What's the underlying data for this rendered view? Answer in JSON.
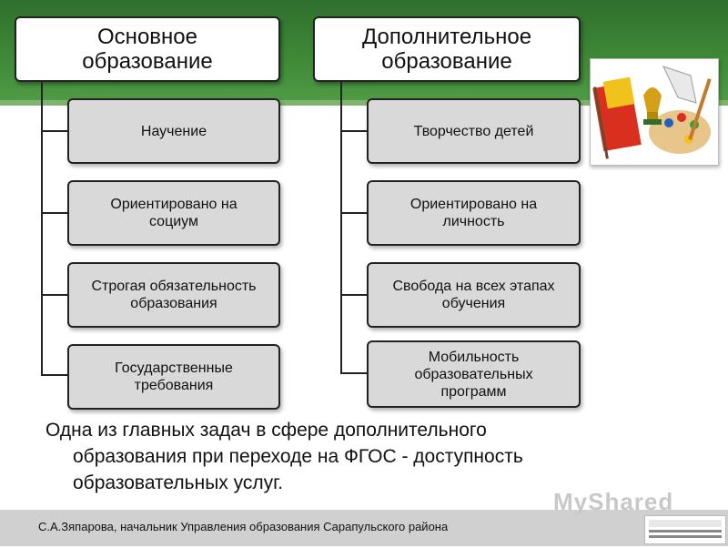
{
  "left_column": {
    "header": [
      "Основное",
      "образование"
    ],
    "items": [
      [
        "Научение"
      ],
      [
        "Ориентировано на",
        "социум"
      ],
      [
        "Строгая обязательность",
        "образования"
      ],
      [
        "Государственные",
        "требования"
      ]
    ]
  },
  "right_column": {
    "header": [
      "Дополнительное",
      "образование"
    ],
    "items": [
      [
        "Творчество детей"
      ],
      [
        "Ориентировано на",
        "личность"
      ],
      [
        "Свобода на всех этапах",
        "обучения"
      ],
      [
        "Мобильность",
        "образовательных",
        "программ"
      ]
    ]
  },
  "body_text": [
    "Одна из главных задач в сфере дополнительного",
    "образования при переходе на ФГОС - доступность",
    "образовательных услуг."
  ],
  "footer": {
    "author": "С.А.Зяпарова, начальник Управления образования Сарапульского района"
  },
  "watermark": "MyShared",
  "icons": {
    "clipart": "art-sport-clipart-icon",
    "logo": "education-department-logo"
  },
  "colors": {
    "top_band": "#3f8a38",
    "box_fill": "#d9d9d9",
    "header_fill": "#ffffff",
    "footer_band": "#d0d0d0"
  }
}
